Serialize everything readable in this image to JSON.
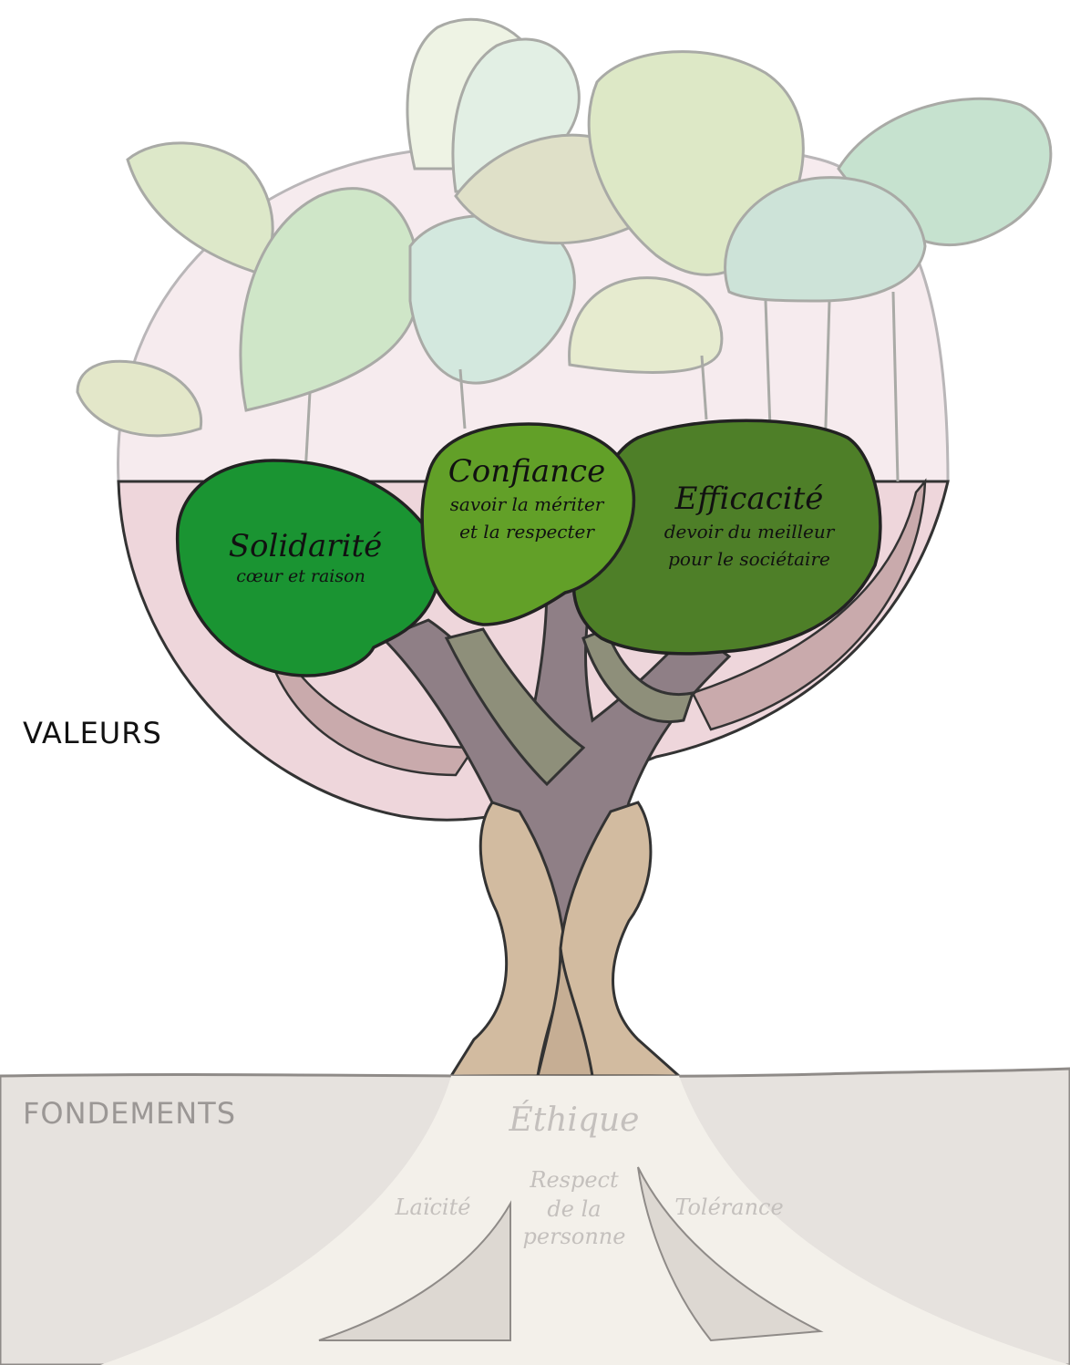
{
  "labels": {
    "valeurs": "VALEURS",
    "fondements": "FONDEMENTS"
  },
  "values": {
    "solidarite": {
      "title": "Solidarité",
      "subtitle": "cœur et raison"
    },
    "confiance": {
      "title": "Confiance",
      "line1": "savoir la mériter",
      "line2": "et la respecter"
    },
    "efficacite": {
      "title": "Efficacité",
      "line1": "devoir du meilleur",
      "line2": "pour le sociétaire"
    }
  },
  "foundations": {
    "ethique": "Éthique",
    "laicite": "Laïcité",
    "respect_line1": "Respect",
    "respect_line2": "de la",
    "respect_line3": "personne",
    "tolerance": "Tolérance"
  },
  "colors": {
    "solidarite": "#1a9432",
    "confiance": "#62a028",
    "efficacite": "#4e7f28",
    "crown": "#f3e6ea",
    "crown_lower": "#eccfd4",
    "ground": "#e6e2de",
    "path": "#f3f0ea",
    "trunk": "#8a7a80",
    "hands": "#d2bba0"
  }
}
